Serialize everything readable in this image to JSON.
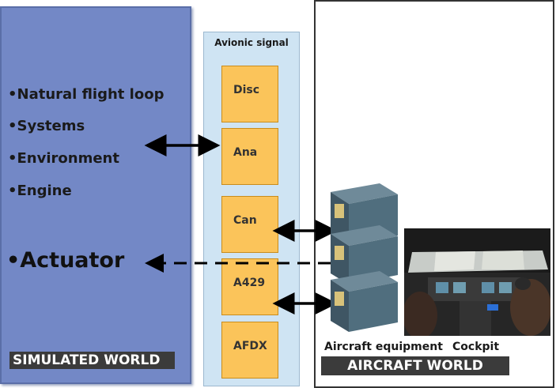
{
  "simulated_world": {
    "items": [
      "•Natural flight loop",
      "•Systems",
      "•Environment",
      "•Engine"
    ],
    "actuator": "•Actuator",
    "label": "SIMULATED WORLD"
  },
  "avionic_signal": {
    "title": "Avionic signal",
    "boxes": [
      "Disc",
      "Ana",
      "Can",
      "A429",
      "AFDX"
    ]
  },
  "aircraft_world": {
    "equipment_caption": "Aircraft equipment",
    "cockpit_caption": "Cockpit",
    "label": "AIRCRAFT WORLD"
  },
  "colors": {
    "simulated_panel": "#7388c6",
    "signal_panel": "#cfe4f3",
    "signal_box": "#fbc45a",
    "equipment": "#4d6a7a"
  }
}
